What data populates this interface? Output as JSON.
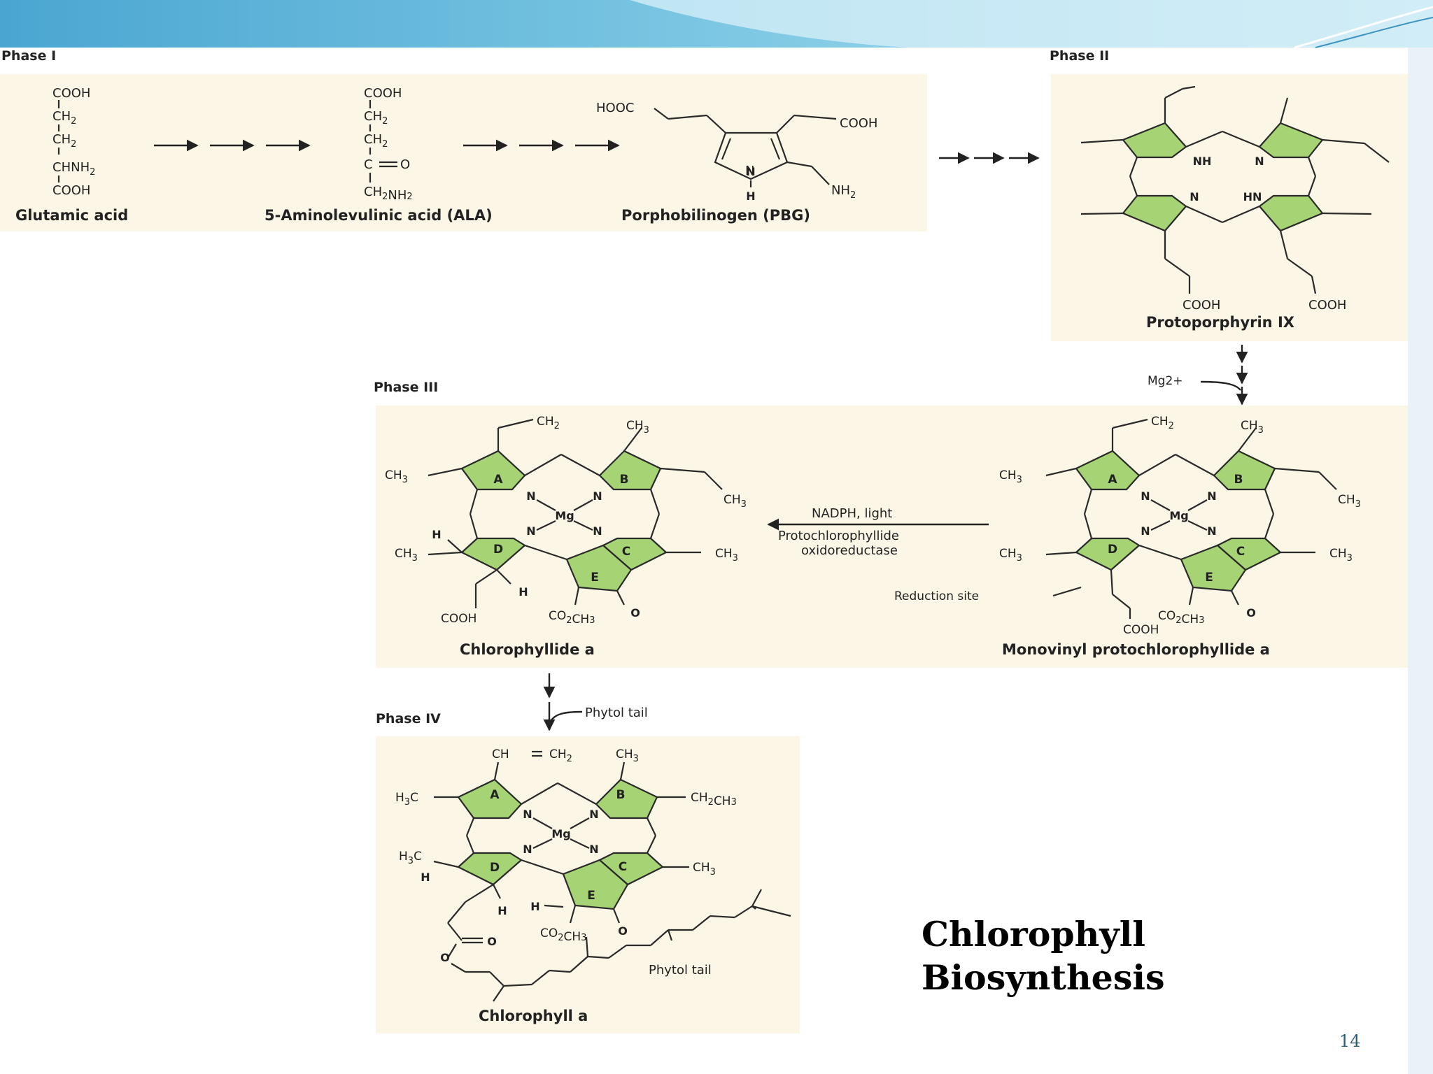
{
  "slide": {
    "title_line1": "Chlorophyll",
    "title_line2": "Biosynthesis",
    "page_number": "14"
  },
  "phases": {
    "phase1": "Phase I",
    "phase2": "Phase II",
    "phase3": "Phase III",
    "phase4": "Phase IV"
  },
  "compounds": {
    "glutamic_acid": "Glutamic acid",
    "ala": "5-Aminolevulinic acid (ALA)",
    "pbg": "Porphobilinogen (PBG)",
    "protoporphyrin": "Protoporphyrin IX",
    "chlorophyllide": "Chlorophyllide a",
    "monovinyl": "Monovinyl protochlorophyllide a",
    "chlorophyll": "Chlorophyll a"
  },
  "annotations": {
    "mg": "Mg2+",
    "nadph": "NADPH, light",
    "enzyme_line1": "Protochlorophyllide",
    "enzyme_line2": "oxidoreductase",
    "reduction_site": "Reduction site",
    "phytol_tail_arrow": "Phytol tail",
    "phytol_tail_struct": "Phytol tail"
  },
  "colors": {
    "ring_fill": "#a6d475",
    "panel_background": "#fbf6e5",
    "header_gradient": "#6fc0de"
  }
}
